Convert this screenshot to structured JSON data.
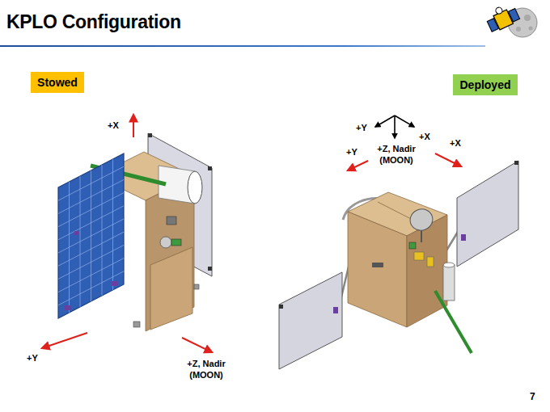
{
  "diagram": {
    "title": "KPLO Configuration",
    "nodes": [
      {
        "text": [
          "Stowed"
        ]
      },
      {
        "text": [
          "Deployed"
        ]
      }
    ],
    "labels": [
      "+X",
      "+Y",
      "+Z, Nadir (MOON)",
      "+Y",
      "+X",
      "+Y",
      "+X",
      "+Z, Nadir (MOON)",
      "7"
    ]
  }
}
